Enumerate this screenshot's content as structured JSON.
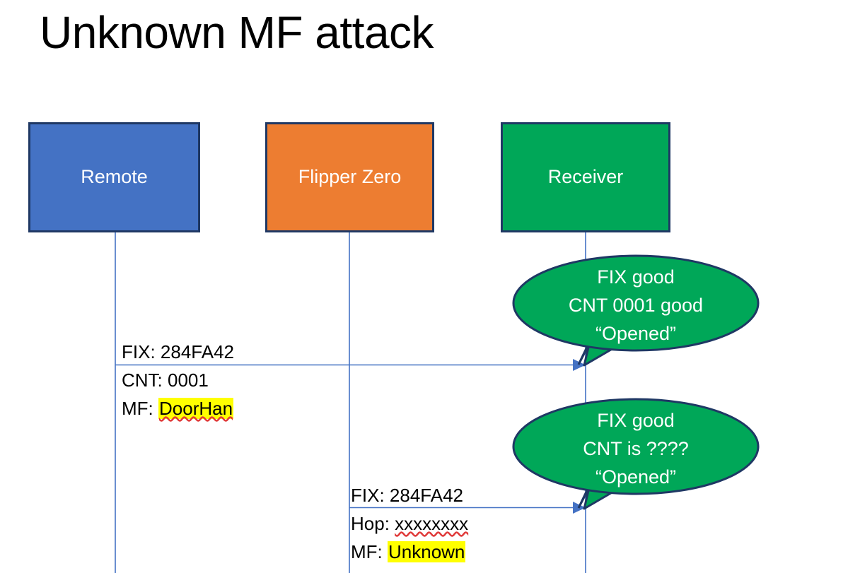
{
  "slide": {
    "title": "Unknown MF attack",
    "background": "#FFFFFF"
  },
  "colors": {
    "remote": "#4472C4",
    "flipper": "#ED7D31",
    "receiver": "#00A758",
    "box_border": "#1F3864",
    "lifeline": "#4472C4",
    "arrow": "#4472C4",
    "highlight": "#FFFF00",
    "spellcheck_underline": "#E03A3A",
    "bubble_fill": "#00A758",
    "bubble_border": "#1F3864",
    "text": "#000000",
    "box_text": "#FFFFFF"
  },
  "actors": [
    {
      "id": "remote",
      "label": "Remote",
      "color": "#4472C4"
    },
    {
      "id": "flipper",
      "label": "Flipper Zero",
      "color": "#ED7D31"
    },
    {
      "id": "receiver",
      "label": "Receiver",
      "color": "#00A758"
    }
  ],
  "messages": [
    {
      "id": "message-1",
      "from": "remote",
      "to": "receiver",
      "lines": [
        {
          "label": "FIX: 284FA42",
          "highlighted": false
        },
        {
          "label": "CNT: 0001",
          "highlighted": false
        },
        {
          "prefix": "MF: ",
          "value": "DoorHan",
          "highlighted": true,
          "spellcheck_flag": true
        }
      ]
    },
    {
      "id": "message-2",
      "from": "flipper",
      "to": "receiver",
      "lines": [
        {
          "label": "FIX: 284FA42",
          "highlighted": false
        },
        {
          "prefix": "Hop: ",
          "value": "xxxxxxxx",
          "highlighted": false,
          "spellcheck_flag": true
        },
        {
          "prefix": "MF: ",
          "value": "Unknown",
          "highlighted": true,
          "spellcheck_flag": false
        }
      ]
    }
  ],
  "message_text": {
    "m1_l1": "FIX: 284FA42",
    "m1_l2": "CNT: 0001",
    "m1_l3_prefix": "MF: ",
    "m1_l3_value": "DoorHan",
    "m2_l1": "FIX: 284FA42",
    "m2_l2_prefix": "Hop: ",
    "m2_l2_value": "xxxxxxxx",
    "m2_l3_prefix": "MF: ",
    "m2_l3_value": "Unknown"
  },
  "bubbles": [
    {
      "id": "bubble-1",
      "owner": "receiver",
      "lines": [
        "FIX good",
        "CNT 0001 good",
        "“Opened”"
      ]
    },
    {
      "id": "bubble-2",
      "owner": "receiver",
      "lines": [
        "FIX good",
        "CNT is ????",
        "“Opened”"
      ]
    }
  ],
  "bubble_text": {
    "b1_l1": "FIX good",
    "b1_l2": "CNT 0001 good",
    "b1_l3": "“Opened”",
    "b2_l1": "FIX good",
    "b2_l2": "CNT is ????",
    "b2_l3": "“Opened”"
  }
}
